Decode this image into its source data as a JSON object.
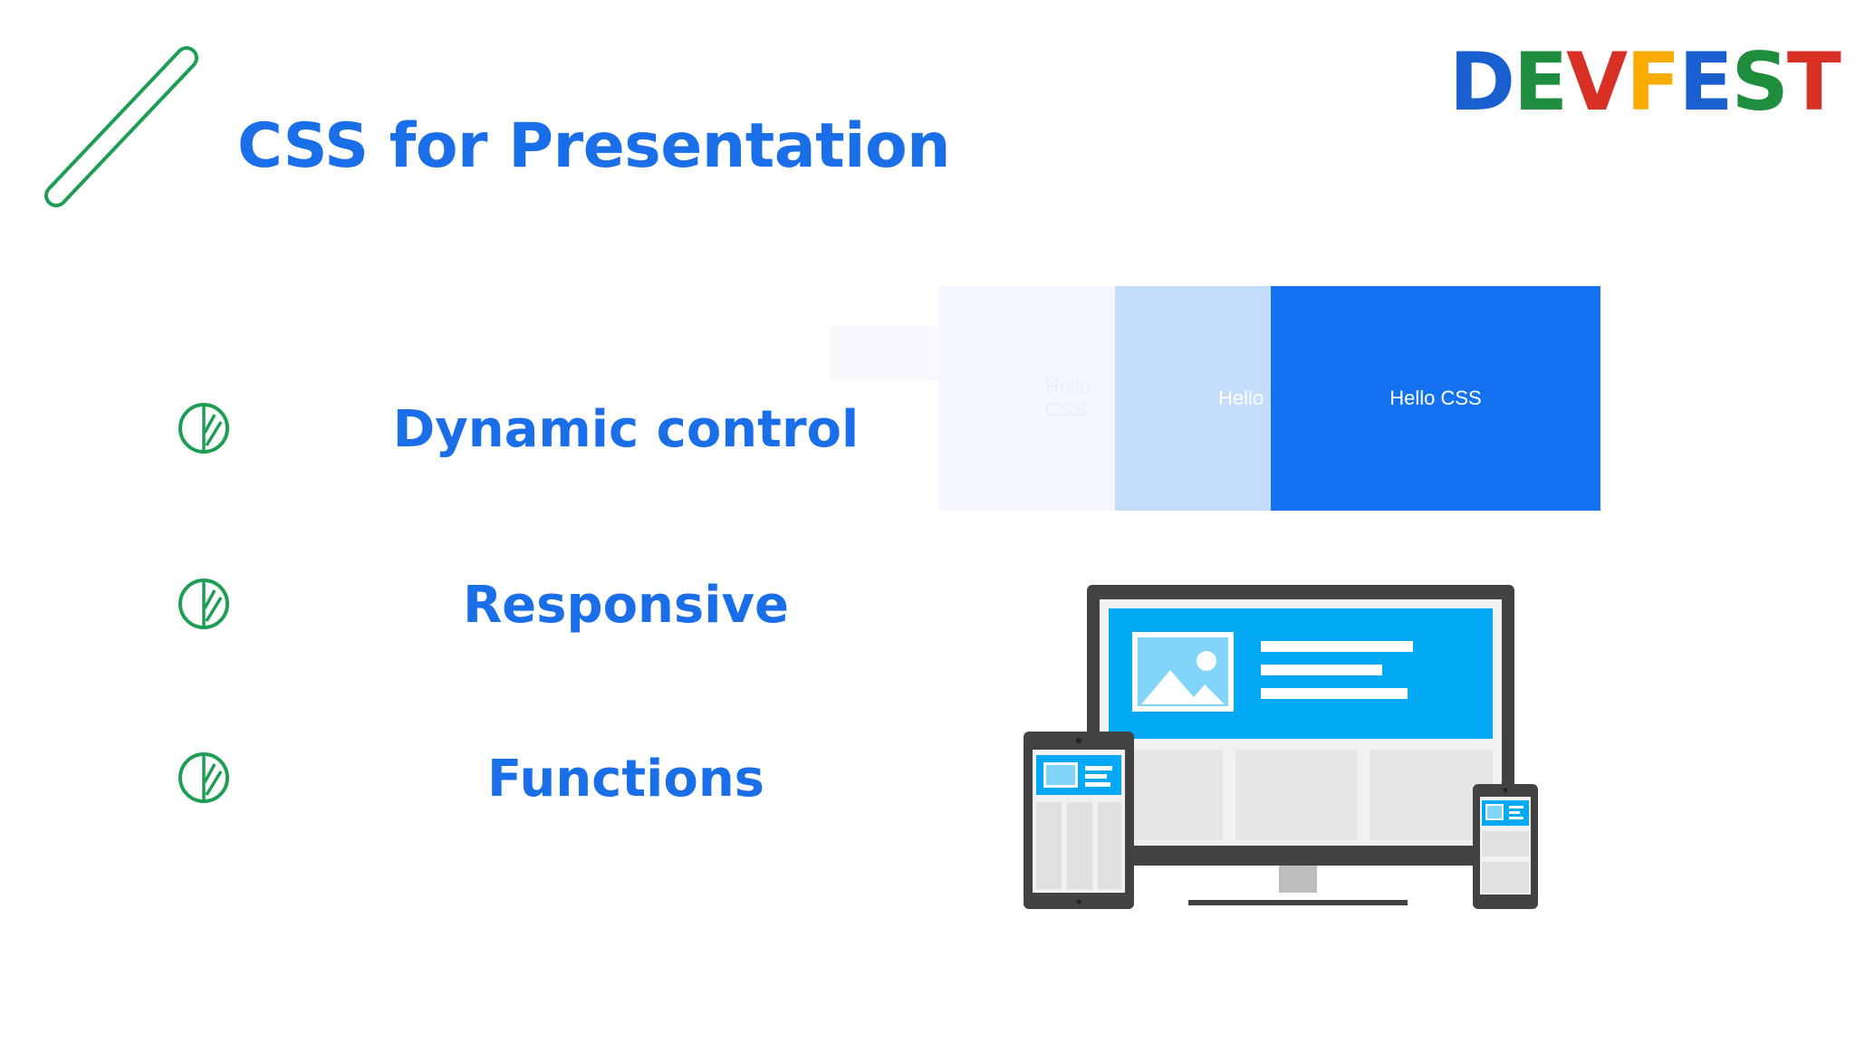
{
  "slide": {
    "title": "CSS for Presentation"
  },
  "logo": {
    "text": "DEVFEST",
    "letters": [
      {
        "char": "D",
        "color": "#1a5fd0"
      },
      {
        "char": "E",
        "color": "#1e8e3e"
      },
      {
        "char": "V",
        "color": "#d93025"
      },
      {
        "char": "F",
        "color": "#f9ab00"
      },
      {
        "char": "E",
        "color": "#1a5fd0"
      },
      {
        "char": "S",
        "color": "#1e8e3e"
      },
      {
        "char": "T",
        "color": "#d93025"
      }
    ]
  },
  "bullets": [
    {
      "label": "Dynamic control",
      "icon": "striped-circle-icon"
    },
    {
      "label": "Responsive",
      "icon": "striped-circle-icon"
    },
    {
      "label": "Functions",
      "icon": "striped-circle-icon"
    }
  ],
  "demo": {
    "panels": [
      {
        "text": "Hello CSS"
      },
      {
        "text": "Hello"
      },
      {
        "text": "Hello CSS"
      }
    ]
  },
  "illustration": {
    "name": "responsive-devices-illustration",
    "devices": [
      "desktop-monitor",
      "tablet",
      "phone"
    ]
  },
  "colors": {
    "accent": "#1a6fe8",
    "icon_green": "#1e9e55",
    "panel_blue": "#1472f0",
    "screen_blue": "#03a9f4",
    "device_frame": "#424242"
  }
}
